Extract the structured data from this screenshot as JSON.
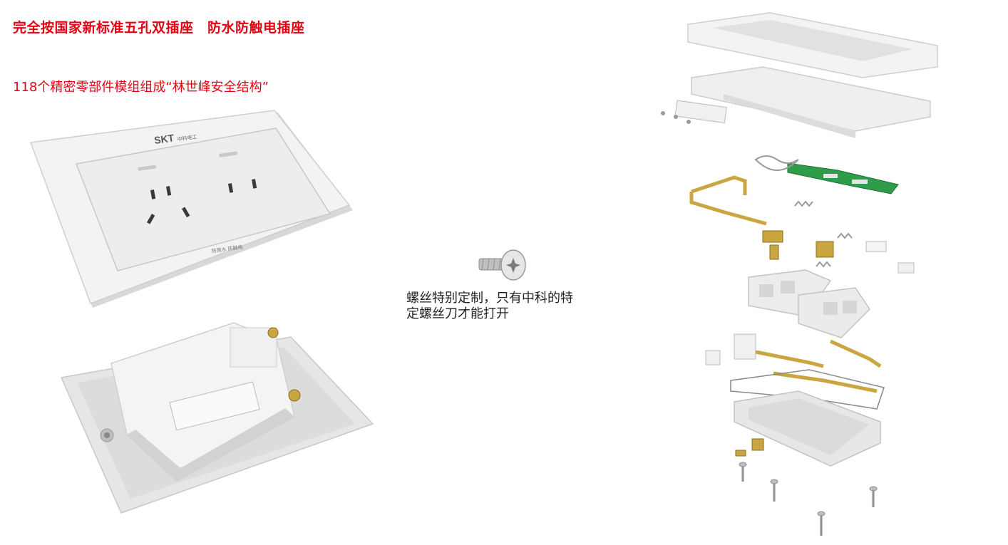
{
  "headline": "完全按国家新标准五孔双插座　防水防触电插座",
  "subline": "118个精密零部件模组组成“林世峰安全结构”",
  "front_panel": {
    "brand_logo": "SKT",
    "brand_suffix": "中科电工",
    "bottom_label": "防溅水 防触电"
  },
  "screw_caption": {
    "line1": "螺丝特别定制，只有中科的特",
    "line2": "定螺丝刀才能打开"
  },
  "colors": {
    "headline_red": "#e60012",
    "caption_dark": "#222222",
    "panel_white": "#f2f2f2",
    "brass": "#c9a640",
    "pcb_green": "#2f9c4a"
  }
}
